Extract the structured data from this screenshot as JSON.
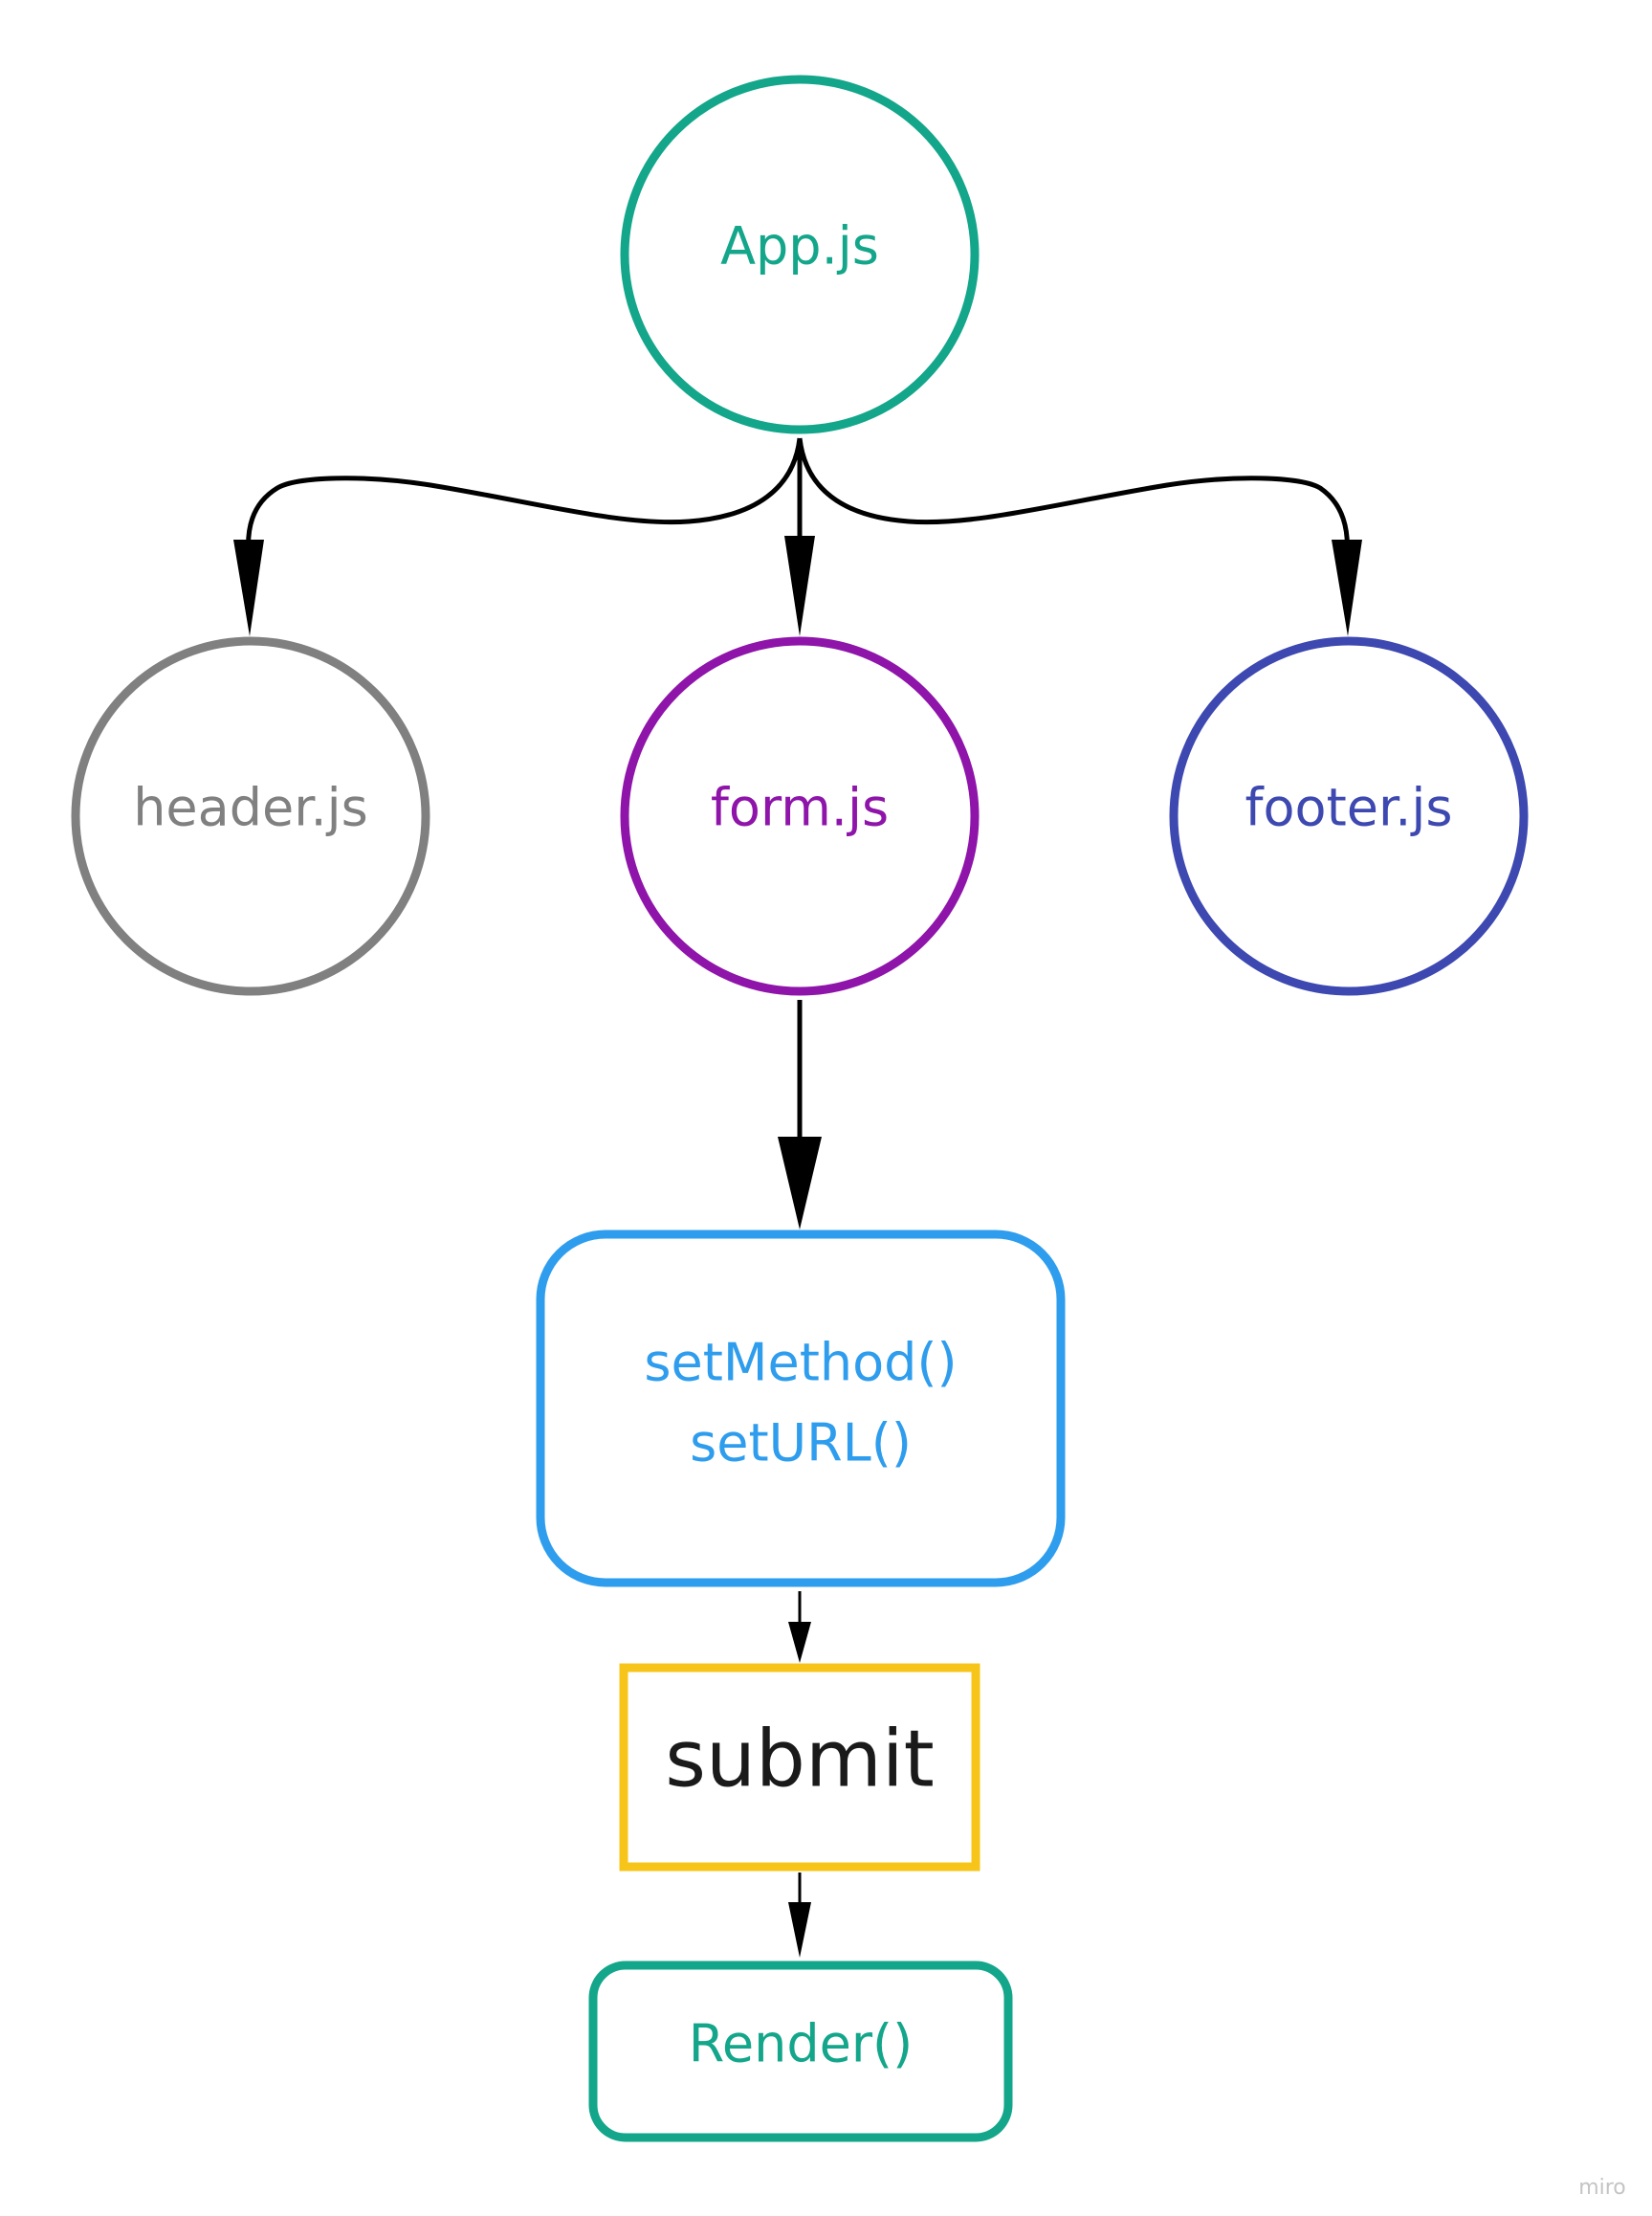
{
  "diagram": {
    "nodes": {
      "app": {
        "label": "App.js",
        "color": "#13a68a",
        "shape": "circle"
      },
      "header": {
        "label": "header.js",
        "color": "#808080",
        "shape": "circle"
      },
      "form": {
        "label": "form.js",
        "color": "#8e14aa",
        "shape": "circle"
      },
      "footer": {
        "label": "footer.js",
        "color": "#3d48b0",
        "shape": "circle"
      },
      "setters": {
        "line1": "setMethod()",
        "line2": "setURL()",
        "color": "#2f9ded",
        "shape": "rounded-rectangle"
      },
      "submit": {
        "label": "submit",
        "color": "#f7c51a",
        "text_color": "#1a1a1a",
        "shape": "rectangle"
      },
      "render": {
        "label": "Render()",
        "color": "#13a68a",
        "shape": "rounded-rectangle"
      }
    },
    "edges": [
      {
        "from": "App.js",
        "to": "header.js"
      },
      {
        "from": "App.js",
        "to": "form.js"
      },
      {
        "from": "App.js",
        "to": "footer.js"
      },
      {
        "from": "form.js",
        "to": "setMethod() setURL()"
      },
      {
        "from": "setMethod() setURL()",
        "to": "submit"
      },
      {
        "from": "submit",
        "to": "Render()"
      }
    ],
    "edge_color": "#000000"
  },
  "watermark": "miro"
}
